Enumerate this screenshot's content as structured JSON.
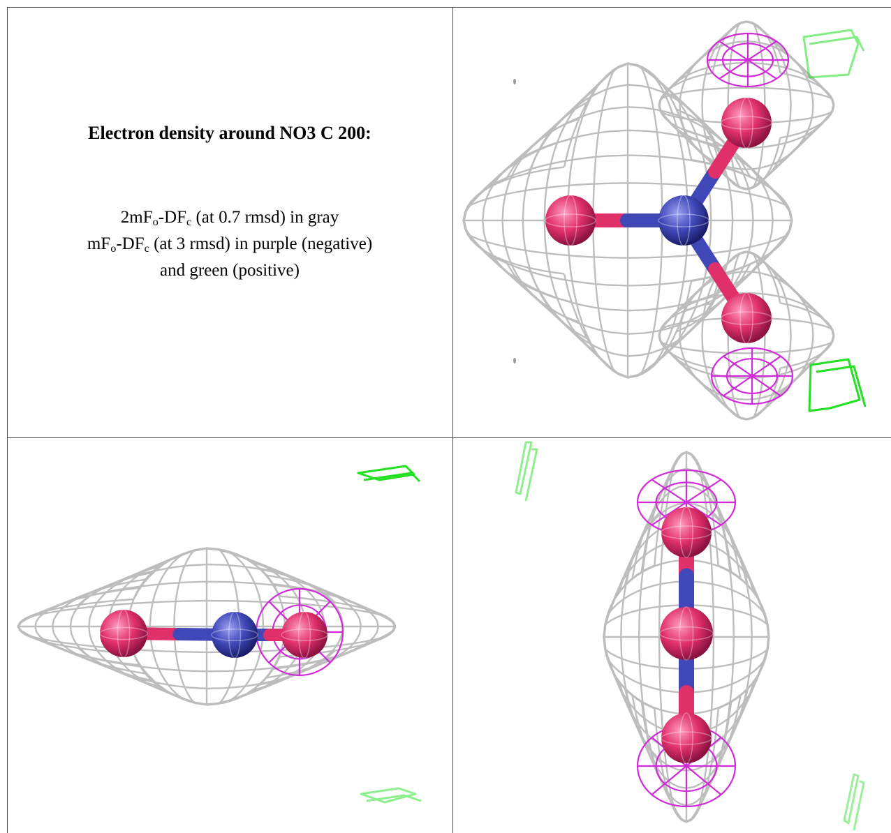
{
  "figure": {
    "title": "Electron density around NO3 C 200:",
    "legend": {
      "line1": {
        "prefix": "2mF",
        "sub1": "o",
        "mid": "-DF",
        "sub2": "c",
        "suffix": " (at 0.7 rmsd) in gray"
      },
      "line2": {
        "prefix": "mF",
        "sub1": "o",
        "mid": "-DF",
        "sub2": "c",
        "suffix": " (at 3 rmsd) in purple (negative)"
      },
      "line3": "and green (positive)"
    },
    "colors": {
      "map_2fofc": "#bdbdbd",
      "map_fofc_negative": "#d02bd8",
      "map_fofc_positive": "#22e022",
      "oxygen_atom": "#e0306a",
      "nitrogen_atom": "#4048b8"
    },
    "views": [
      "view-top",
      "view-side",
      "view-end"
    ]
  }
}
